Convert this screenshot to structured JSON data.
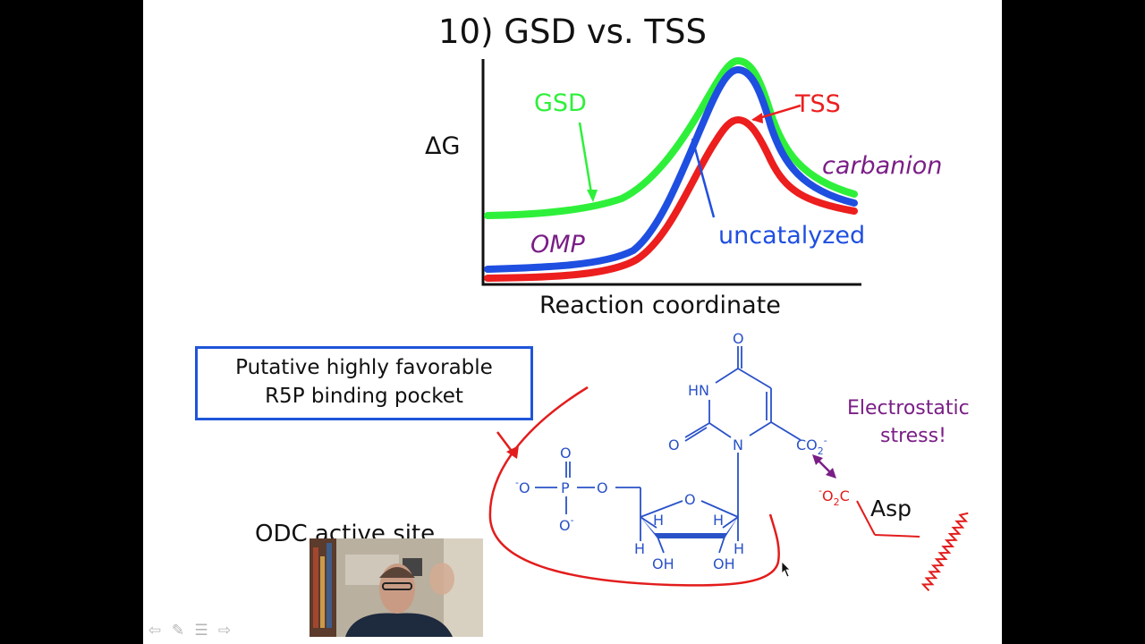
{
  "slide": {
    "title": "10) GSD vs. TSS",
    "energy_diagram": {
      "y_axis_label": "ΔG",
      "x_axis_label": "Reaction coordinate",
      "labels": {
        "gsd": "GSD",
        "tss": "TSS",
        "carbanion": "carbanion",
        "omp": "OMP",
        "uncatalyzed": "uncatalyzed"
      },
      "colors": {
        "gsd": "#2ef03a",
        "uncatalyzed": "#1f4fe0",
        "tss": "#ec1e1e",
        "annotation": "#7a1e86"
      }
    },
    "binding_pocket_box": {
      "line1": "Putative highly favorable",
      "line2": "R5P binding pocket"
    },
    "active_site_label": "ODC active site",
    "molecule": {
      "atoms": {
        "o_top": "O",
        "hn": "HN",
        "o_left": "O",
        "n": "N",
        "o_ring": "O",
        "o_phos_top": "O",
        "o_phos_left": "-O",
        "p": "P",
        "o_phos_bridge": "O",
        "o_phos_bottom": "O-",
        "h1": "H",
        "h2": "H",
        "h3": "H",
        "h4": "H",
        "oh1": "OH",
        "oh2": "OH"
      },
      "carboxylate": "CO2-"
    },
    "electrostatic_label": {
      "line1": "Electrostatic",
      "line2": "stress!"
    },
    "asp": {
      "group": "-O2C",
      "label": "Asp"
    }
  },
  "nav": {
    "prev_icon": "arrow-left-icon",
    "pen_icon": "pen-icon",
    "menu_icon": "menu-icon",
    "next_icon": "arrow-right-icon"
  }
}
